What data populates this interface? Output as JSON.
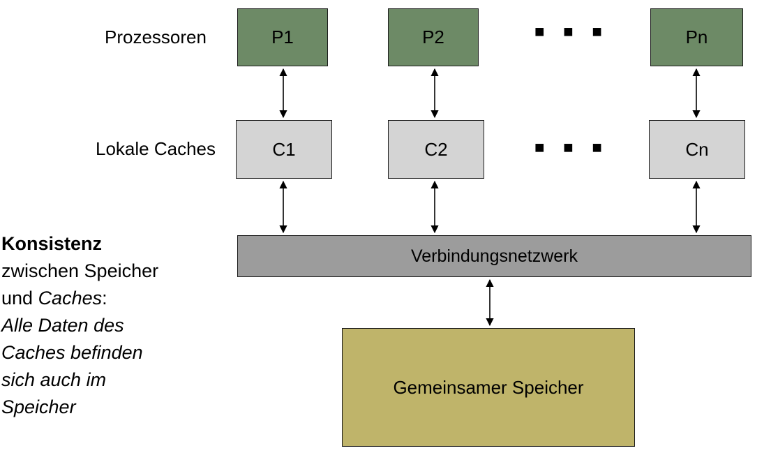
{
  "diagram": {
    "row_labels": {
      "processors": "Prozessoren",
      "caches": "Lokale Caches"
    },
    "processors": [
      "P1",
      "P2",
      "Pn"
    ],
    "caches": [
      "C1",
      "C2",
      "Cn"
    ],
    "ellipsis": "■ ■ ■",
    "network_label": "Verbindungsnetzwerk",
    "memory_label": "Gemeinsamer Speicher"
  },
  "side_note": {
    "title": "Konsistenz",
    "line2": "zwischen Speicher",
    "line3_pre": "und ",
    "line3_italic": "Caches",
    "line3_post": ":",
    "italic_lines": [
      "Alle Daten des",
      "Caches befinden",
      "sich auch im",
      "Speicher"
    ]
  },
  "colors": {
    "processor_fill": "#6d8a66",
    "cache_fill": "#d4d4d4",
    "network_fill": "#9c9c9c",
    "memory_fill": "#bfb46a"
  }
}
